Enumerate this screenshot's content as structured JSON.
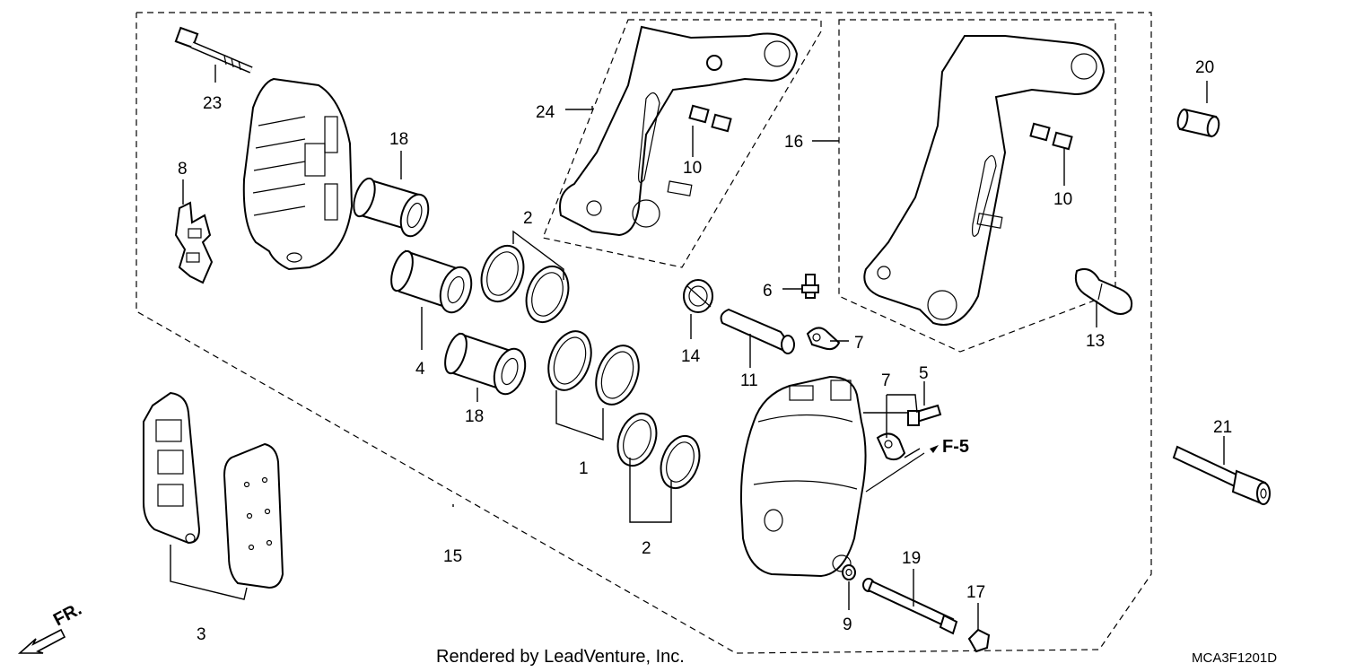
{
  "callouts": {
    "c1": "1",
    "c2a": "2",
    "c2b": "2",
    "c3": "3",
    "c4": "4",
    "c5": "5",
    "c6": "6",
    "c7a": "7",
    "c7b": "7",
    "c8": "8",
    "c9": "9",
    "c10a": "10",
    "c10b": "10",
    "c11": "11",
    "c13": "13",
    "c14": "14",
    "c15": "15",
    "c16": "16",
    "c17": "17",
    "c18a": "18",
    "c18b": "18",
    "c19": "19",
    "c20": "20",
    "c21": "21",
    "c23": "23",
    "c24": "24"
  },
  "reference": "F-5",
  "direction": "FR.",
  "footer": "Rendered by LeadVenture, Inc.",
  "diagram_code": "MCA3F1201D"
}
